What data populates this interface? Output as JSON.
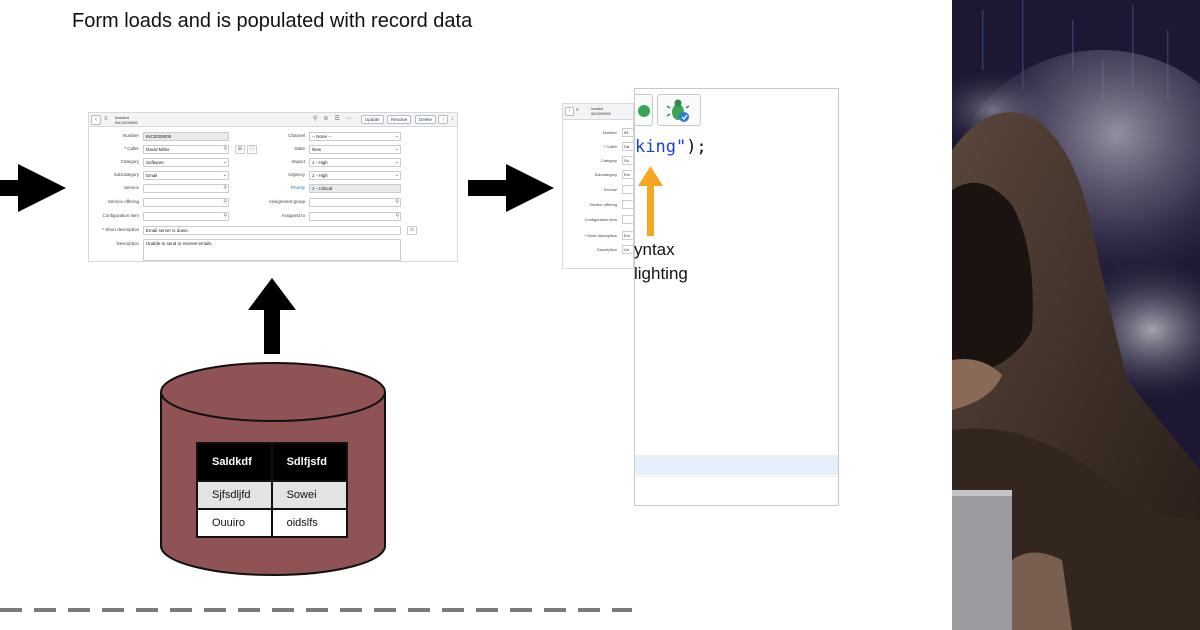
{
  "diagram": {
    "title": "Form loads and is  populated with record data",
    "annotation_line1": "yntax",
    "annotation_line2": "lighting",
    "code_text": "king\");",
    "code_string_part": "king\"",
    "code_tail": ");"
  },
  "form": {
    "record_type": "Incident",
    "record_number": "INC0009005",
    "buttons": [
      "Update",
      "Resolve",
      "Delete"
    ],
    "left_fields": [
      {
        "label": "Number",
        "value": "INC0009005"
      },
      {
        "label": "Caller",
        "value": "David Miller"
      },
      {
        "label": "Category",
        "value": "Software"
      },
      {
        "label": "Subcategory",
        "value": "Email"
      },
      {
        "label": "Service",
        "value": ""
      },
      {
        "label": "Service offering",
        "value": ""
      },
      {
        "label": "Configuration item",
        "value": ""
      }
    ],
    "right_fields": [
      {
        "label": "Channel",
        "value": "-- None --"
      },
      {
        "label": "State",
        "value": "New"
      },
      {
        "label": "Impact",
        "value": "1 - High"
      },
      {
        "label": "Urgency",
        "value": "1 - High"
      },
      {
        "label": "Priority",
        "value": "1 - Critical"
      },
      {
        "label": "Assignment group",
        "value": ""
      },
      {
        "label": "Assigned to",
        "value": ""
      }
    ],
    "short_description_label": "Short description",
    "short_description_value": "Email server is down.",
    "description_label": "Description",
    "description_value": "Unable to send or receive emails."
  },
  "right_form": {
    "labels": [
      "Number",
      "Caller",
      "Category",
      "Subcategory",
      "Service",
      "Service offering",
      "Configuration item",
      "Short description",
      "Description"
    ],
    "values": [
      "IN",
      "Da",
      "So",
      "Em",
      "",
      "",
      "",
      "Em",
      "Un"
    ]
  },
  "database": {
    "headers": [
      "Saldkdf",
      "Sdlfjsfd"
    ],
    "rows": [
      [
        "Sjfsdljfd",
        "Sowei"
      ],
      [
        "Ouuiro",
        "oidslfs"
      ]
    ]
  },
  "colors": {
    "cylinder_fill": "#8f5355",
    "orange_arrow": "#f5a623",
    "code_string": "#1a3fd1",
    "line_highlight": "#e6f0fc"
  },
  "icons": {
    "back": "chevron-left-icon",
    "menu": "hamburger-icon",
    "search": "magnifier-icon",
    "dropdown": "chevron-down-icon",
    "bug": "bug-icon",
    "run": "play-icon"
  }
}
